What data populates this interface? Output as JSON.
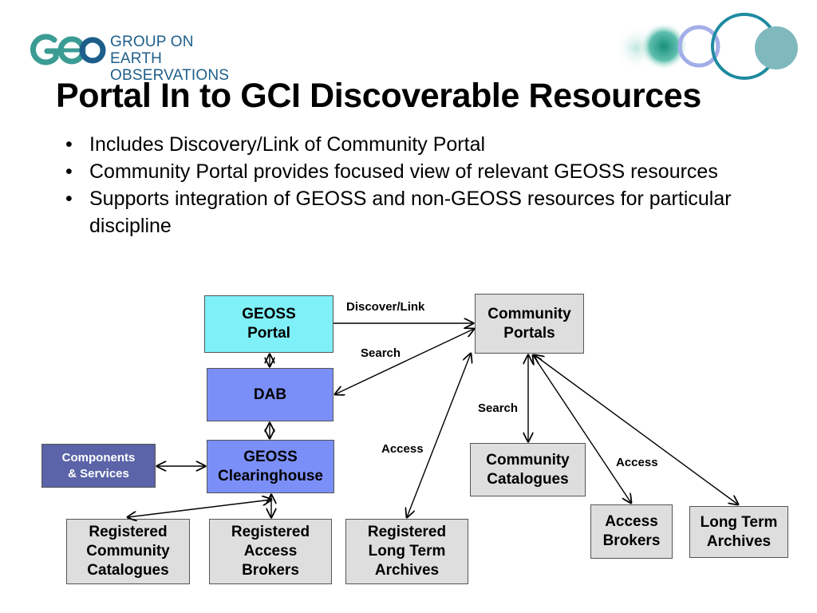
{
  "header": {
    "org_line1": "GROUP ON",
    "org_line2": "EARTH OBSERVATIONS"
  },
  "title": "Portal In to GCI Discoverable Resources",
  "bullets": [
    "Includes Discovery/Link of Community Portal",
    "Community Portal provides focused view of relevant GEOSS resources",
    "Supports integration of GEOSS and non-GEOSS resources for particular discipline"
  ],
  "boxes": {
    "geoss_portal": "GEOSS\nPortal",
    "dab": "DAB",
    "geoss_clearinghouse": "GEOSS\nClearinghouse",
    "components_services": "Components\n&  Services",
    "community_portals": "Community\nPortals",
    "community_catalogues": "Community\nCatalogues",
    "access_brokers": "Access\nBrokers",
    "long_term_archives": "Long Term\nArchives",
    "registered_community_catalogues": "Registered\nCommunity\nCatalogues",
    "registered_access_brokers": "Registered\nAccess\nBrokers",
    "registered_long_term_archives": "Registered\nLong Term\nArchives"
  },
  "edge_labels": {
    "discover_link": "Discover/Link",
    "search_top": "Search",
    "search_right": "Search",
    "access_left": "Access",
    "access_right": "Access"
  },
  "colors": {
    "portal_fill": "#7ff0f8",
    "dab_fill": "#7b8ff8",
    "components_fill": "#5b64a8",
    "gray_fill": "#dedede",
    "logo_teal": "#3a9c93",
    "logo_blue": "#1d5e8a"
  }
}
